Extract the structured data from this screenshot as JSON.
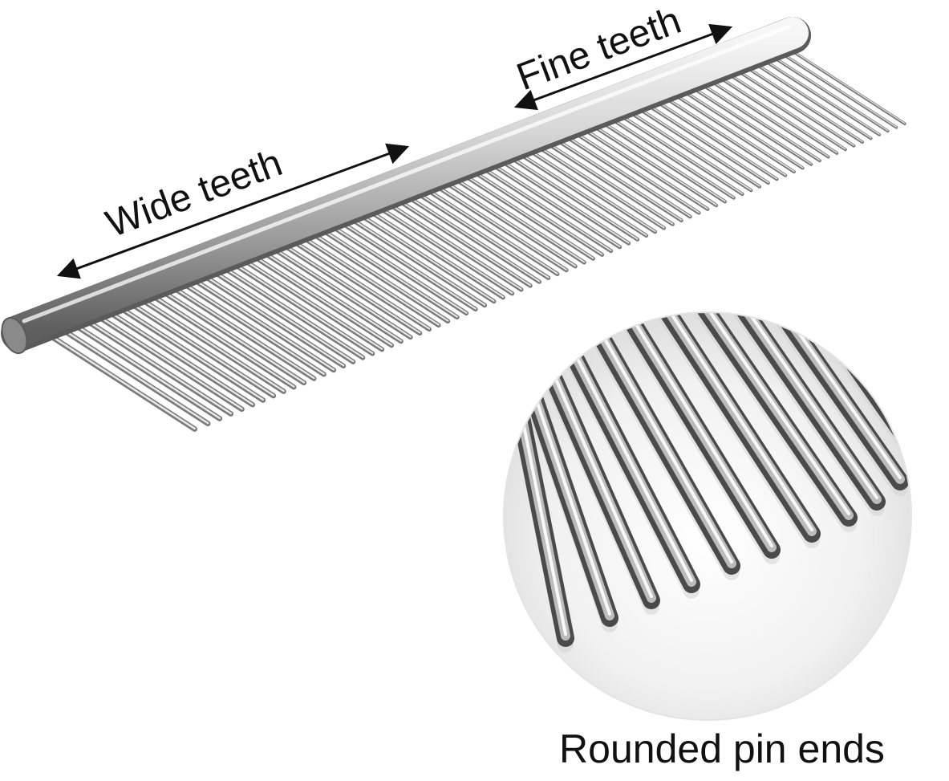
{
  "labels": {
    "wide_teeth": "Wide teeth",
    "fine_teeth": "Fine teeth",
    "caption": "Rounded pin ends"
  },
  "colors": {
    "background": "#ffffff",
    "metal_light": "#f2f2f2",
    "metal_mid": "#bdbdbd",
    "metal_dark": "#6e6e6e",
    "text": "#111111"
  }
}
